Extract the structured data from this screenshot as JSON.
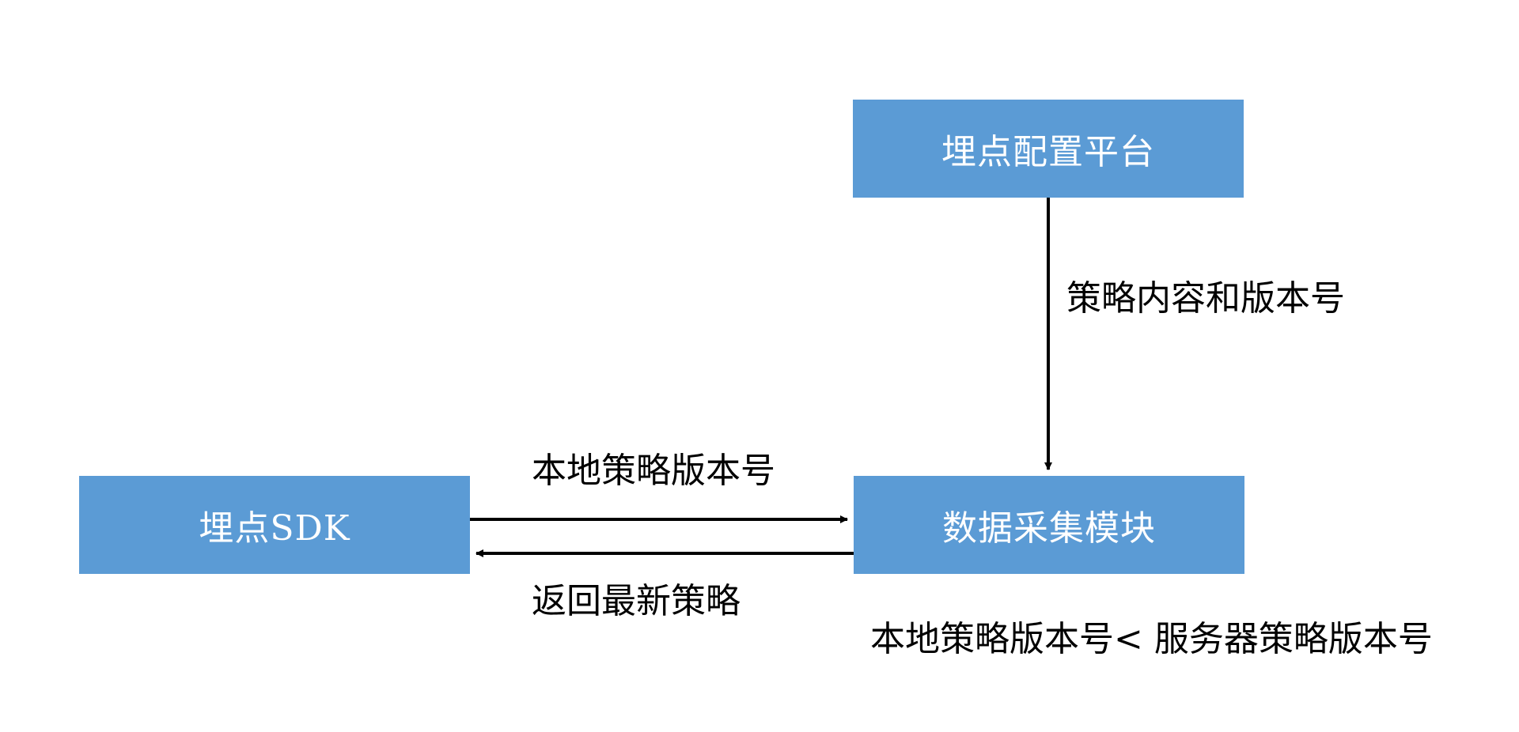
{
  "nodes": {
    "platform": "埋点配置平台",
    "sdk": "埋点SDK",
    "collector": "数据采集模块"
  },
  "edges": {
    "platform_to_collector": "策略内容和版本号",
    "sdk_to_collector": "本地策略版本号",
    "collector_to_sdk": "返回最新策略"
  },
  "note": "本地策略版本号< 服务器策略版本号",
  "colors": {
    "node_fill": "#5b9bd5",
    "node_text": "#ffffff",
    "arrow": "#000000"
  }
}
